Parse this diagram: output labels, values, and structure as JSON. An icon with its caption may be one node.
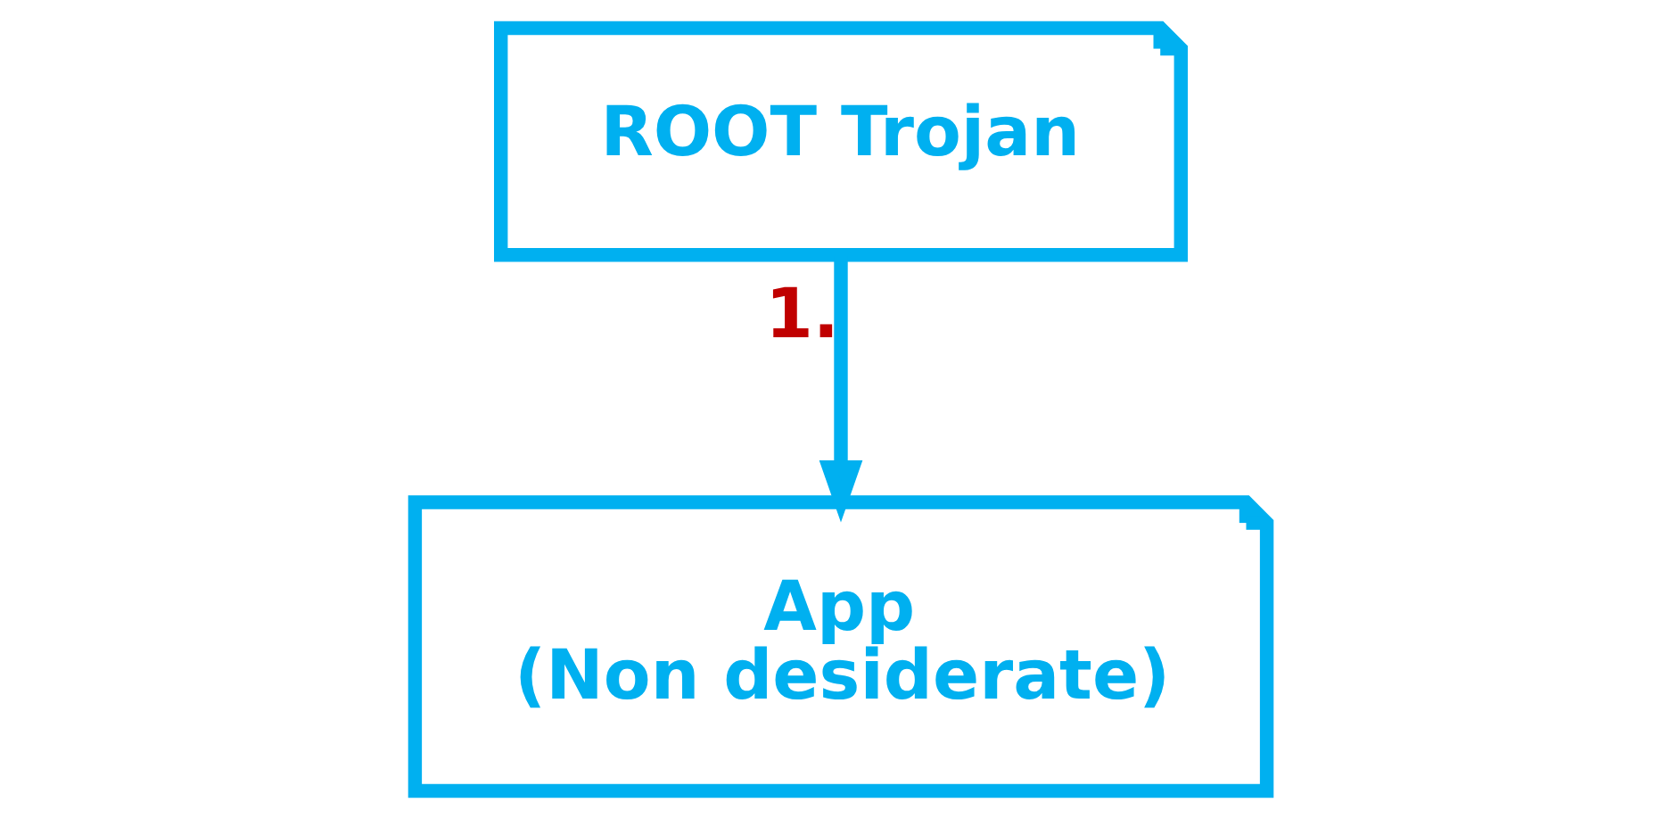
{
  "diagram": {
    "nodes": [
      {
        "text": [
          "ROOT Trojan"
        ]
      },
      {
        "text": [
          "App",
          "(Non desiderate)"
        ]
      }
    ],
    "edges": [
      {
        "from": 0,
        "to": 1,
        "arrow": "to",
        "label": "1."
      }
    ]
  }
}
